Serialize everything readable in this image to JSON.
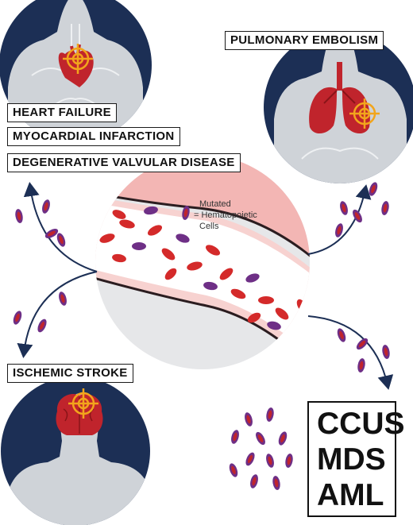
{
  "labels": {
    "heart_failure": "HEART FAILURE",
    "myocardial_infarction": "MYOCARDIAL INFARCTION",
    "degenerative_valvular_disease": "DEGENERATIVE VALVULAR DISEASE",
    "pulmonary_embolism": "PULMONARY EMBOLISM",
    "ischemic_stroke": "ISCHEMIC STROKE"
  },
  "legend": {
    "line1": "Mutated",
    "line2": "= Hematopoietic",
    "line3": "Cells"
  },
  "outcomes": [
    "CCUS",
    "MDS",
    "AML"
  ],
  "colors": {
    "navy": "#1c2f55",
    "organ_red": "#c0242c",
    "cell_purple": "#6e2f86",
    "vessel_pink": "#f3b6b4",
    "target_orange": "#f2a51c"
  },
  "icons": [
    "heart-icon",
    "lungs-icon",
    "brain-icon",
    "target-icon",
    "blood-vessel-illustration"
  ]
}
